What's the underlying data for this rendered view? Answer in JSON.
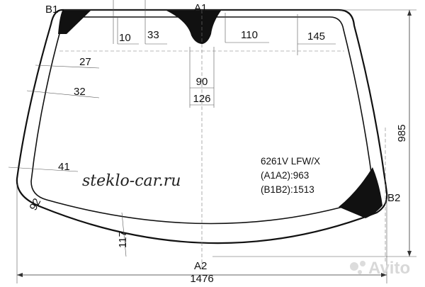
{
  "points": {
    "a1": "A1",
    "a2": "A2",
    "b1": "B1",
    "b2": "B2"
  },
  "dimensions": {
    "d10": "10",
    "d33": "33",
    "d110": "110",
    "d145": "145",
    "d27": "27",
    "d32": "32",
    "d90": "90",
    "d126": "126",
    "d41": "41",
    "d92": "92",
    "d117": "117",
    "width": "1476",
    "height": "985"
  },
  "info": {
    "model": "6261V LFW/X",
    "a1a2": "(A1A2):963",
    "b1b2": "(B1B2):1513"
  },
  "watermark": "steklo-car.ru",
  "brand": "Avito"
}
